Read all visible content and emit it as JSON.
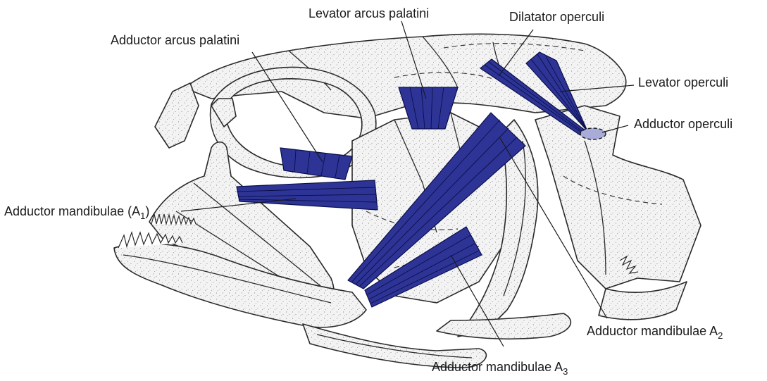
{
  "muscle_color": "#2d3496",
  "insertion_color": "#a9acd8",
  "labels": {
    "adductor_arcus_palatini": "Adductor arcus palatini",
    "levator_arcus_palatini": "Levator arcus palatini",
    "dilatator_operculi": "Dilatator operculi",
    "levator_operculi": "Levator operculi",
    "adductor_operculi": "Adductor operculi",
    "adductor_mandibulae_a1": {
      "main": "Adductor mandibulae (A",
      "sub": "1",
      "tail": ")"
    },
    "adductor_mandibulae_a2": {
      "main": "Adductor mandibulae A",
      "sub": "2"
    },
    "adductor_mandibulae_a3": {
      "main": "Adductor mandibulae A",
      "sub": "3"
    }
  }
}
